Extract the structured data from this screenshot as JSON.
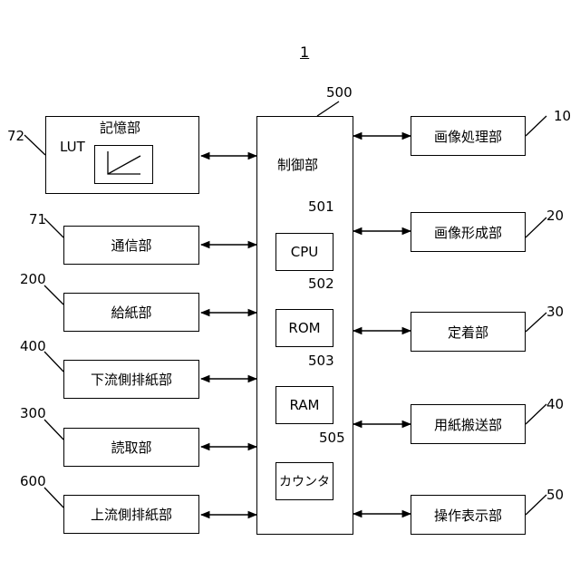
{
  "figure_number": "1",
  "controller": {
    "ref": "500",
    "label": "制御部"
  },
  "components": [
    {
      "ref": "501",
      "label": "CPU"
    },
    {
      "ref": "502",
      "label": "ROM"
    },
    {
      "ref": "503",
      "label": "RAM"
    },
    {
      "ref": "505",
      "label": "カウンタ"
    }
  ],
  "storage": {
    "ref": "72",
    "label": "記憶部",
    "lut_label": "LUT"
  },
  "left_units": [
    {
      "ref": "71",
      "label": "通信部"
    },
    {
      "ref": "200",
      "label": "給紙部"
    },
    {
      "ref": "400",
      "label": "下流側排紙部"
    },
    {
      "ref": "300",
      "label": "読取部"
    },
    {
      "ref": "600",
      "label": "上流側排紙部"
    }
  ],
  "right_units": [
    {
      "ref": "10",
      "label": "画像処理部"
    },
    {
      "ref": "20",
      "label": "画像形成部"
    },
    {
      "ref": "30",
      "label": "定着部"
    },
    {
      "ref": "40",
      "label": "用紙搬送部"
    },
    {
      "ref": "50",
      "label": "操作表示部"
    }
  ]
}
